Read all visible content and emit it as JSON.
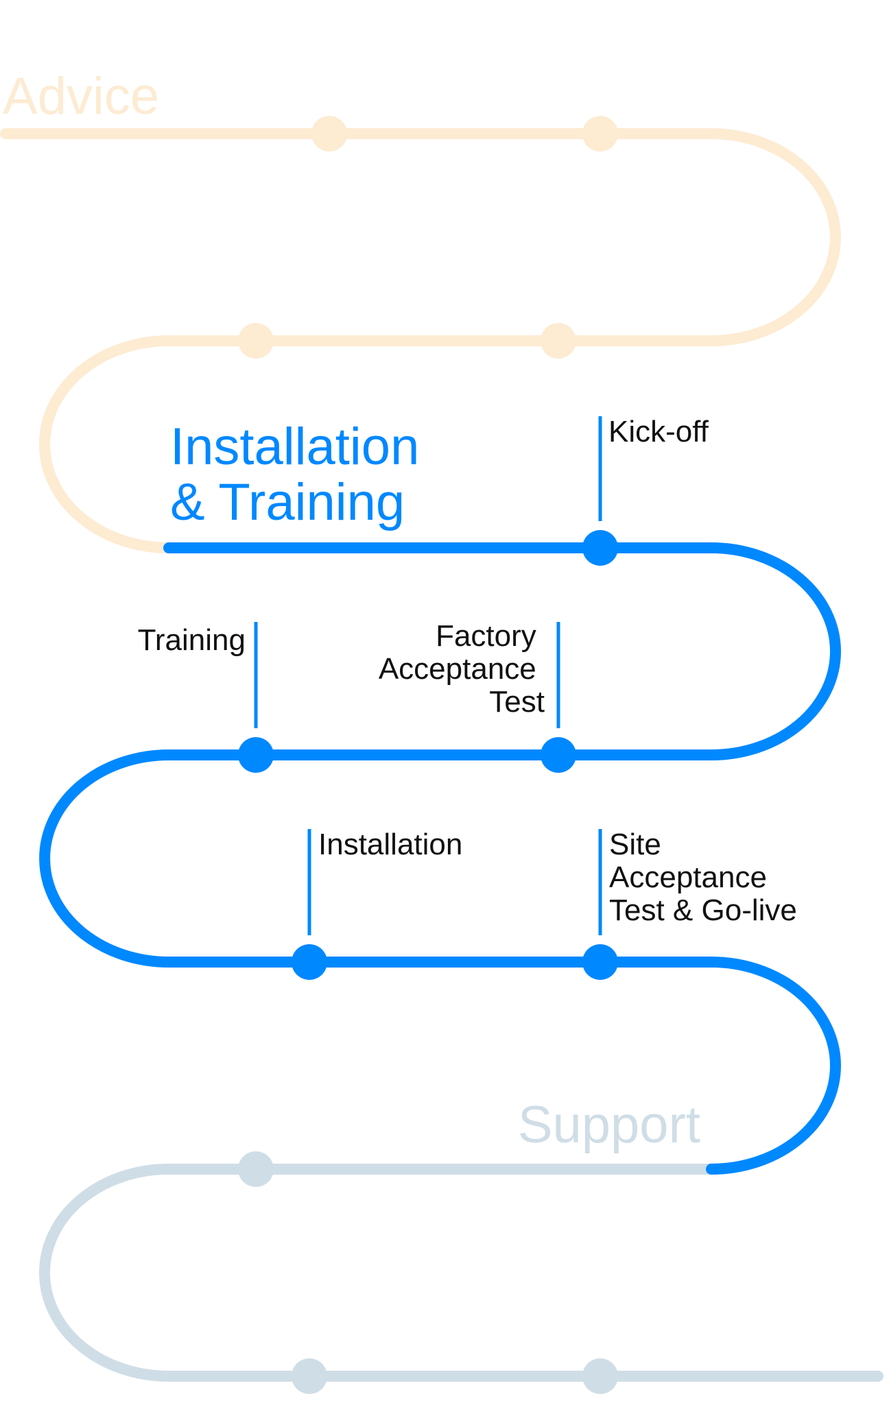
{
  "colors": {
    "advice": "#FDEBD2",
    "active": "#0088FF",
    "support": "#CFDDE6",
    "label": "#111111"
  },
  "phases": {
    "advice": "Advice",
    "installation_training": [
      "Installation",
      "& Training"
    ],
    "support": "Support"
  },
  "milestones": {
    "kickoff": [
      "Kick-off"
    ],
    "training": [
      "Training"
    ],
    "fat": [
      "Factory",
      "Acceptance",
      "Test"
    ],
    "installation": [
      "Installation"
    ],
    "sat": [
      "Site",
      "Acceptance",
      "Test & Go-live"
    ]
  }
}
